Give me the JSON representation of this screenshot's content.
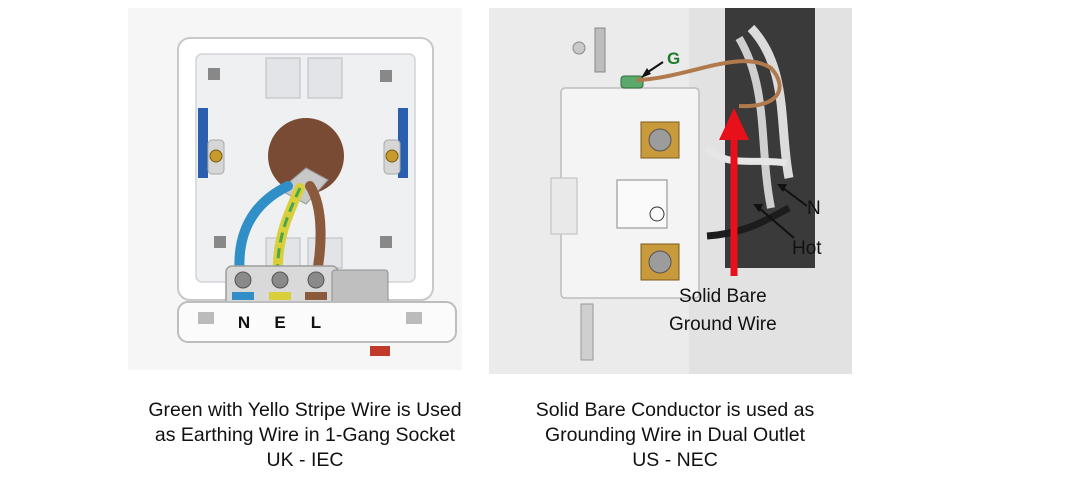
{
  "left": {
    "terminal_labels": [
      "N",
      "E",
      "L"
    ],
    "caption_lines": [
      "Green with Yello Stripe Wire is Used",
      "as Earthing Wire in 1-Gang Socket",
      "UK - IEC"
    ],
    "colors": {
      "neutral": "#2f8fc6",
      "earth": "#d8cf3a",
      "earth_stripe": "#4aa64e",
      "live": "#8b5a3c",
      "box": "#ffffff",
      "insert": "#2a5fb0"
    }
  },
  "right": {
    "labels": {
      "ground": "G",
      "neutral": "N",
      "hot": "Hot",
      "bare1": "Solid  Bare",
      "bare2": "Ground Wire"
    },
    "caption_lines": [
      "Solid Bare Conductor is used as",
      "Grounding Wire in Dual Outlet",
      "US - NEC"
    ],
    "colors": {
      "arrow": "#e8101a",
      "ground_label": "#1f7a2a",
      "bare_wire": "#b07a4c"
    }
  }
}
